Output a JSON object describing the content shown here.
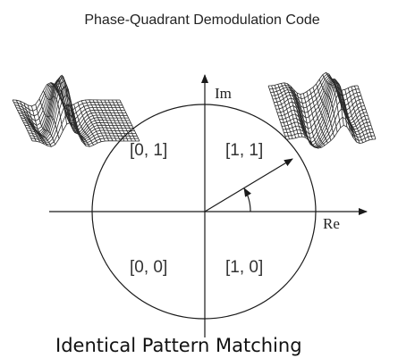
{
  "title": "Phase-Quadrant Demodulation Code",
  "caption": "Identical Pattern Matching",
  "axes": {
    "imaginary_label": "Im",
    "real_label": "Re"
  },
  "quadrants": {
    "top_left": "[0, 1]",
    "top_right": "[1, 1]",
    "bottom_left": "[0, 0]",
    "bottom_right": "[1, 0]"
  },
  "colors": {
    "ink": "#1a1a1a",
    "mesh": "#2a2a2a"
  }
}
